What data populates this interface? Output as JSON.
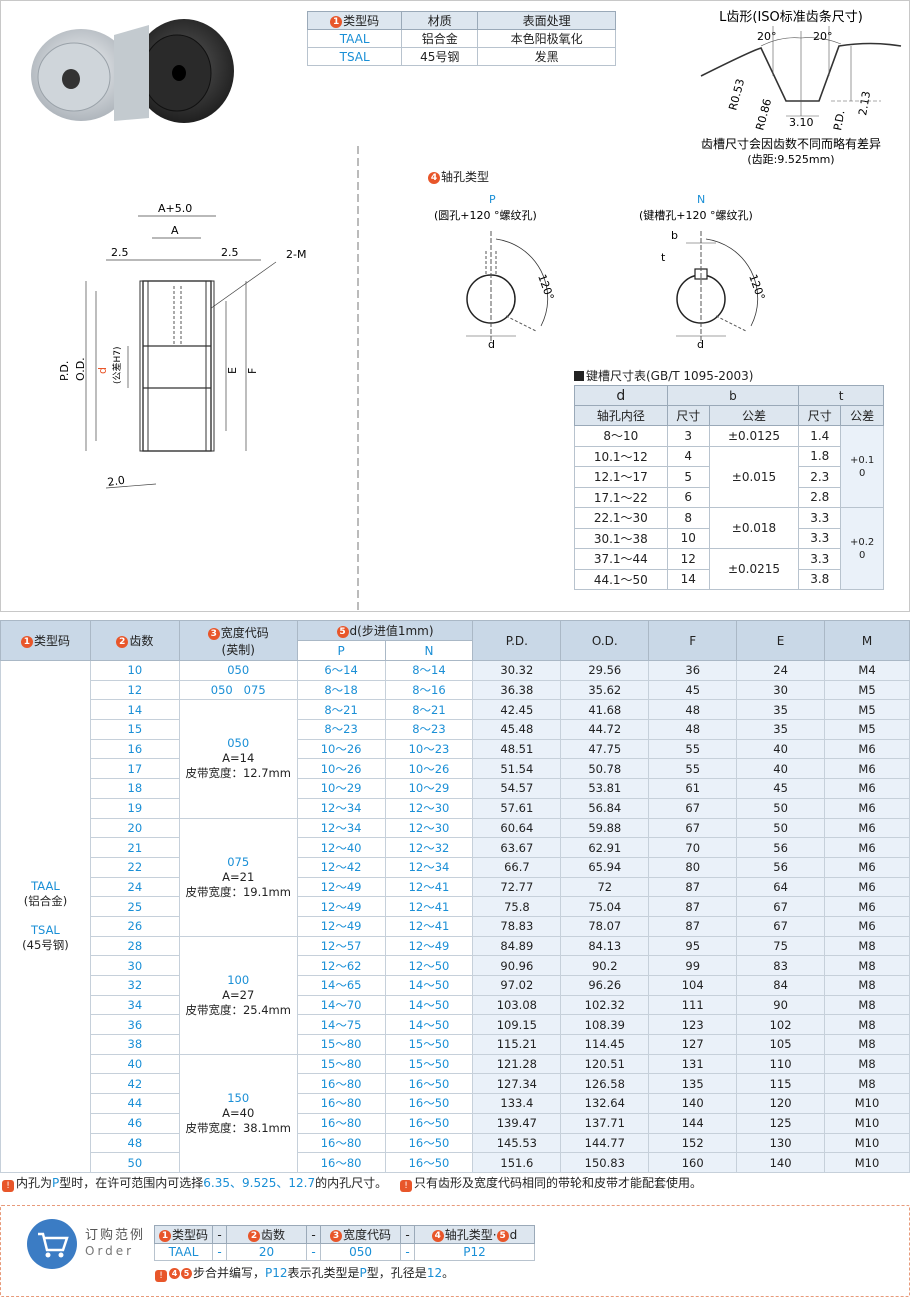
{
  "material_table": {
    "headers": [
      "类型码",
      "材质",
      "表面处理"
    ],
    "rows": [
      [
        "TAAL",
        "铝合金",
        "本色阳极氧化"
      ],
      [
        "TSAL",
        "45号钢",
        "发黑"
      ]
    ]
  },
  "tooth": {
    "title": "L齿形(ISO标准齿条尺寸)",
    "angle1": "20°",
    "angle2": "20°",
    "r1": "R0.53",
    "r2": "R0.86",
    "w": "3.10",
    "h": "2.13",
    "pd": "P.D.",
    "note1": "齿槽尺寸会因齿数不同而略有差异",
    "note2": "(齿距:9.525mm)"
  },
  "drawing": {
    "a5": "A+5.0",
    "a": "A",
    "l25": "2.5",
    "r25": "2.5",
    "m": "2-M",
    "pd": "P.D.",
    "od": "O.D.",
    "d": "d",
    "tol": "(公差H7)",
    "e": "E",
    "f": "F",
    "v20": "2.0"
  },
  "bore": {
    "title": "轴孔类型",
    "p": "P",
    "p_desc": "(圆孔+120 °螺纹孔)",
    "n": "N",
    "n_desc": "(键槽孔+120 °螺纹孔)",
    "ang": "120°",
    "b": "b",
    "t": "t",
    "d": "d"
  },
  "key_table": {
    "title": "键槽尺寸表(GB/T 1095-2003)",
    "h_d": "d",
    "h_d2": "轴孔内径",
    "h_b": "b",
    "h_t": "t",
    "h_size": "尺寸",
    "h_tol": "公差",
    "rows": [
      [
        "8～10",
        "3",
        "±0.0125",
        "1.4"
      ],
      [
        "10.1～12",
        "4",
        "",
        "1.8"
      ],
      [
        "12.1～17",
        "5",
        "±0.015",
        "2.3"
      ],
      [
        "17.1～22",
        "6",
        "",
        "2.8"
      ],
      [
        "22.1～30",
        "8",
        "",
        "3.3"
      ],
      [
        "30.1～38",
        "10",
        "±0.018",
        "3.3"
      ],
      [
        "37.1～44",
        "12",
        "",
        "3.3"
      ],
      [
        "44.1～50",
        "14",
        "±0.0215",
        "3.8"
      ]
    ],
    "t_tol1": "+0.1\n0",
    "t_tol2": "+0.2\n0"
  },
  "main": {
    "h_type": "类型码",
    "h_teeth": "齿数",
    "h_width": "宽度代码",
    "h_width2": "(英制)",
    "h_d": "d(步进值1mm)",
    "h_p": "P",
    "h_n": "N",
    "h_pd": "P.D.",
    "h_od": "O.D.",
    "h_f": "F",
    "h_e": "E",
    "h_m": "M",
    "type_text": [
      "TAAL",
      "(铝合金)",
      "",
      "TSAL",
      "(45号钢)"
    ],
    "w10": "050",
    "w12": "050   075",
    "groups": [
      [
        "050",
        "A=14",
        "皮带宽度：12.7mm"
      ],
      [
        "075",
        "A=21",
        "皮带宽度：19.1mm"
      ],
      [
        "100",
        "A=27",
        "皮带宽度：25.4mm"
      ],
      [
        "150",
        "A=40",
        "皮带宽度：38.1mm"
      ]
    ],
    "rows": [
      [
        "10",
        "6～14",
        "8～14",
        "30.32",
        "29.56",
        "36",
        "24",
        "M4"
      ],
      [
        "12",
        "8～18",
        "8～16",
        "36.38",
        "35.62",
        "45",
        "30",
        "M5"
      ],
      [
        "14",
        "8～21",
        "8～21",
        "42.45",
        "41.68",
        "48",
        "35",
        "M5"
      ],
      [
        "15",
        "8～23",
        "8～23",
        "45.48",
        "44.72",
        "48",
        "35",
        "M5"
      ],
      [
        "16",
        "10～26",
        "10～23",
        "48.51",
        "47.75",
        "55",
        "40",
        "M6"
      ],
      [
        "17",
        "10～26",
        "10～26",
        "51.54",
        "50.78",
        "55",
        "40",
        "M6"
      ],
      [
        "18",
        "10～29",
        "10～29",
        "54.57",
        "53.81",
        "61",
        "45",
        "M6"
      ],
      [
        "19",
        "12～34",
        "12～30",
        "57.61",
        "56.84",
        "67",
        "50",
        "M6"
      ],
      [
        "20",
        "12～34",
        "12～30",
        "60.64",
        "59.88",
        "67",
        "50",
        "M6"
      ],
      [
        "21",
        "12～40",
        "12～32",
        "63.67",
        "62.91",
        "70",
        "56",
        "M6"
      ],
      [
        "22",
        "12～42",
        "12～34",
        "66.7",
        "65.94",
        "80",
        "56",
        "M6"
      ],
      [
        "24",
        "12～49",
        "12～41",
        "72.77",
        "72",
        "87",
        "64",
        "M6"
      ],
      [
        "25",
        "12～49",
        "12～41",
        "75.8",
        "75.04",
        "87",
        "67",
        "M6"
      ],
      [
        "26",
        "12～49",
        "12～41",
        "78.83",
        "78.07",
        "87",
        "67",
        "M6"
      ],
      [
        "28",
        "12～57",
        "12～49",
        "84.89",
        "84.13",
        "95",
        "75",
        "M8"
      ],
      [
        "30",
        "12～62",
        "12～50",
        "90.96",
        "90.2",
        "99",
        "83",
        "M8"
      ],
      [
        "32",
        "14～65",
        "14～50",
        "97.02",
        "96.26",
        "104",
        "84",
        "M8"
      ],
      [
        "34",
        "14～70",
        "14～50",
        "103.08",
        "102.32",
        "111",
        "90",
        "M8"
      ],
      [
        "36",
        "14～75",
        "14～50",
        "109.15",
        "108.39",
        "123",
        "102",
        "M8"
      ],
      [
        "38",
        "15～80",
        "15～50",
        "115.21",
        "114.45",
        "127",
        "105",
        "M8"
      ],
      [
        "40",
        "15～80",
        "15～50",
        "121.28",
        "120.51",
        "131",
        "110",
        "M8"
      ],
      [
        "42",
        "16～80",
        "16～50",
        "127.34",
        "126.58",
        "135",
        "115",
        "M8"
      ],
      [
        "44",
        "16～80",
        "16～50",
        "133.4",
        "132.64",
        "140",
        "120",
        "M10"
      ],
      [
        "46",
        "16～80",
        "16～50",
        "139.47",
        "137.71",
        "144",
        "125",
        "M10"
      ],
      [
        "48",
        "16～80",
        "16～50",
        "145.53",
        "144.77",
        "152",
        "130",
        "M10"
      ],
      [
        "50",
        "16～80",
        "16～50",
        "151.6",
        "150.83",
        "160",
        "140",
        "M10"
      ]
    ]
  },
  "notes": {
    "n1a": "内孔为",
    "n1b": "P",
    "n1c": "型时，在许可范围内可选择",
    "n1d": "6.35、9.525、12.7",
    "n1e": "的内孔尺寸。",
    "n2": "只有齿形及宽度代码相同的带轮和皮带才能配套使用。"
  },
  "order": {
    "label1": "订购范例",
    "label2": "Order",
    "headers": [
      "类型码",
      "齿数",
      "宽度代码",
      "轴孔类型·"
    ],
    "dash": "-",
    "values": [
      "TAAL",
      "20",
      "050",
      "P12"
    ],
    "note_a": "步合并编写，",
    "note_b": "P12",
    "note_c": "表示孔类型是",
    "note_d": "P",
    "note_e": "型，孔径是",
    "note_f": "12",
    "note_g": "。"
  },
  "colors": {
    "accent": "#e8562a",
    "blue": "#1a8fd6",
    "header": "#c9d8e7"
  }
}
